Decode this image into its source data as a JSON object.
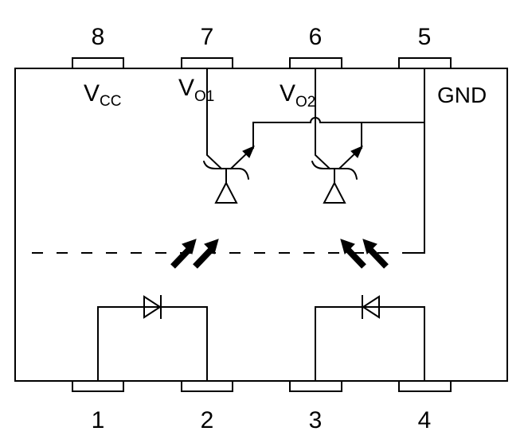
{
  "title": "Dual-channel optocoupler pinout (8-pin package)",
  "pins": {
    "top": [
      {
        "number": "8",
        "label": "V",
        "label_sub": "CC"
      },
      {
        "number": "7",
        "label": "V",
        "label_sub": "O1"
      },
      {
        "number": "6",
        "label": "V",
        "label_sub": "O2"
      },
      {
        "number": "5",
        "label": "GND",
        "label_sub": ""
      }
    ],
    "bottom": [
      {
        "number": "1"
      },
      {
        "number": "2"
      },
      {
        "number": "3"
      },
      {
        "number": "4"
      }
    ]
  },
  "components": {
    "phototransistors": [
      "phototransistor-1",
      "phototransistor-2"
    ],
    "leds": [
      "led-1 (anode pin 1, cathode pin 2)",
      "led-2 (anode pin 4, cathode pin 3)"
    ],
    "light_arrows": [
      "light-arrows-channel-1",
      "light-arrows-channel-2"
    ],
    "isolation_barrier": "dashed-line"
  }
}
